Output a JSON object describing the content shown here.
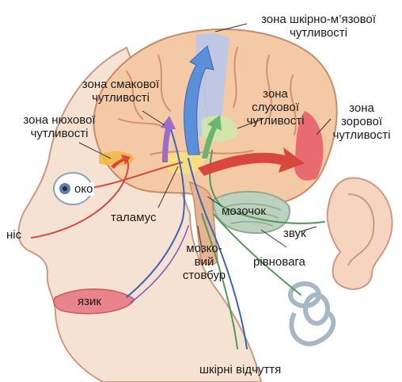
{
  "labels": {
    "skin_muscle_zone": [
      "зона шкірно-м’язової",
      "чутливості"
    ],
    "taste_zone": [
      "зона смакової",
      "чутливості"
    ],
    "auditory_zone": [
      "зона",
      "слухової",
      "чутливості"
    ],
    "visual_zone": [
      "зона",
      "зорової",
      "чутливості"
    ],
    "olfactory_zone": [
      "зона нюхової",
      "чутливості"
    ],
    "eye": "око",
    "nose": "ніс",
    "thalamus": "таламус",
    "cerebellum": "мозочок",
    "sound": "звук",
    "brainstem": [
      "мозко-",
      "вий",
      "стовбур"
    ],
    "balance": "рівновага",
    "tongue": "язик",
    "skin_sensations": "шкірні відчуття"
  },
  "colors": {
    "skin": "#f6e2d2",
    "skin_outline": "#c99a80",
    "brain": "#f3c9a6",
    "brain_fold": "#d8906c",
    "cerebellum": "#bcd2bf",
    "somatosensory_zone": "#b9c7ea",
    "visual_zone": "#e8606a",
    "auditory_zone": "#cfe8a8",
    "olfactory_zone": "#f2b94a",
    "nerve_red": "#d8463c",
    "nerve_blue": "#3b63b8",
    "nerve_green": "#4f9a5a"
  }
}
